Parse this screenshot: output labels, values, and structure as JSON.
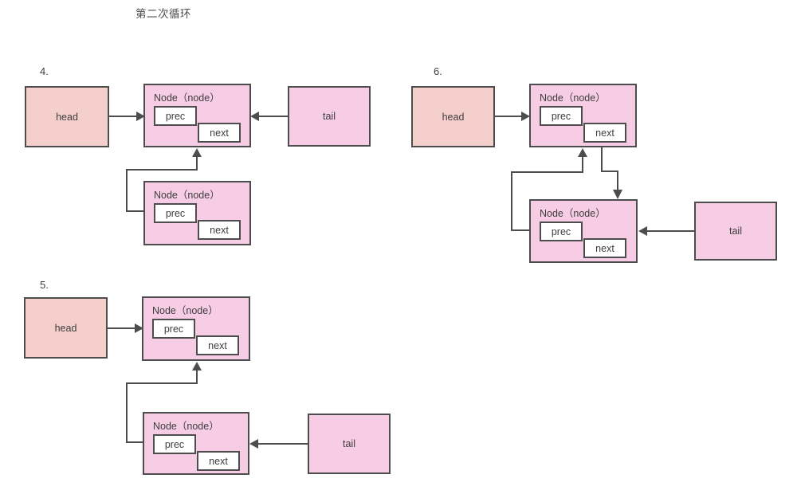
{
  "page": {
    "title": "第二次循环",
    "background_color": "#ffffff",
    "stroke_color": "#4d4d4d",
    "head_color": "#f5cfcb",
    "node_color": "#f7cde6",
    "field_color": "#ffffff"
  },
  "labels": {
    "head": "head",
    "tail": "tail",
    "node_title": "Node（node）",
    "prec": "prec",
    "next": "next"
  },
  "steps": [
    {
      "id": "step-4",
      "number": "4.",
      "head_label": "head",
      "tail_label": "tail",
      "nodes": [
        {
          "title": "Node（node）",
          "prec": "prec",
          "next": "next"
        },
        {
          "title": "Node（node）",
          "prec": "prec",
          "next": "next"
        }
      ]
    },
    {
      "id": "step-5",
      "number": "5.",
      "head_label": "head",
      "tail_label": "tail",
      "nodes": [
        {
          "title": "Node（node）",
          "prec": "prec",
          "next": "next"
        },
        {
          "title": "Node（node）",
          "prec": "prec",
          "next": "next"
        }
      ]
    },
    {
      "id": "step-6",
      "number": "6.",
      "head_label": "head",
      "tail_label": "tail",
      "nodes": [
        {
          "title": "Node（node）",
          "prec": "prec",
          "next": "next"
        },
        {
          "title": "Node（node）",
          "prec": "prec",
          "next": "next"
        }
      ]
    }
  ]
}
